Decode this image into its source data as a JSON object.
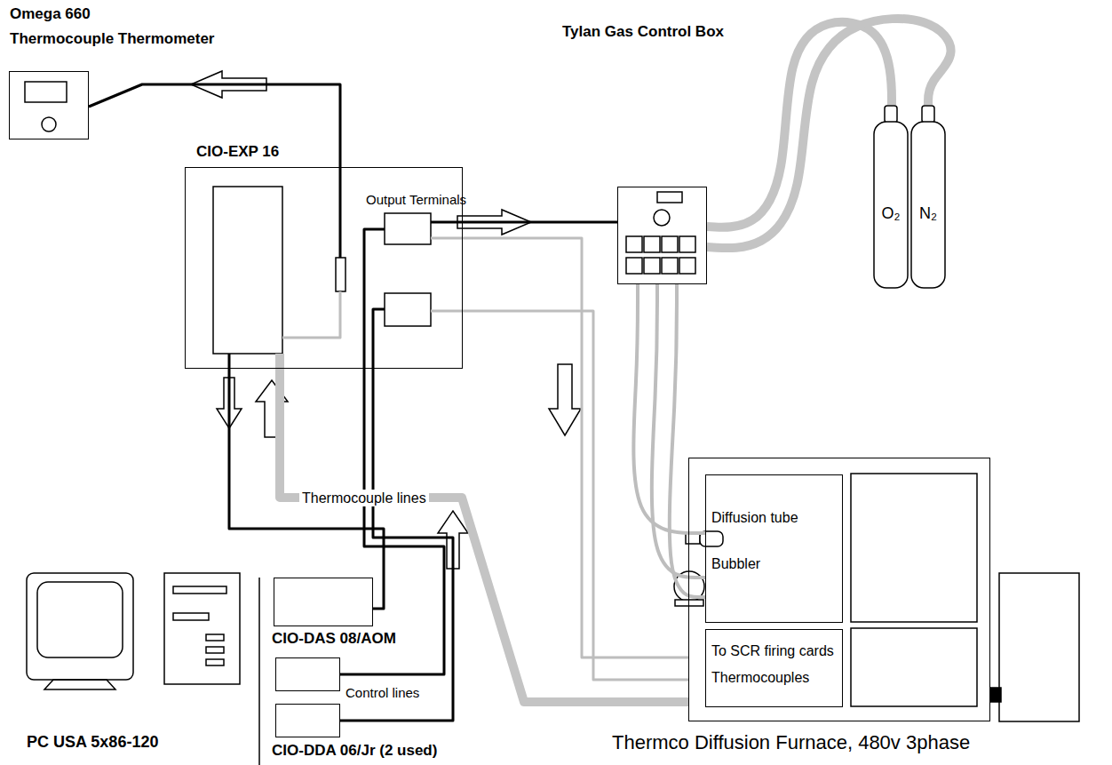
{
  "diagram": {
    "nodes": [
      {
        "text": [
          "Omega 660",
          "Thermocouple Thermometer"
        ]
      },
      {
        "text": [
          "CIO-EXP 16"
        ]
      },
      {
        "text": [
          "Tylan Gas Control Box"
        ]
      },
      {
        "text": [
          "O₂"
        ]
      },
      {
        "text": [
          "N₂"
        ]
      },
      {
        "text": [
          "CIO-DAS 08/AOM"
        ]
      },
      {
        "text": [
          "Control lines"
        ]
      },
      {
        "text": [
          "CIO-DDA 06/Jr (2 used)"
        ]
      },
      {
        "text": [
          "PC USA 5x86-120"
        ]
      },
      {
        "text": [
          "Thermco Diffusion Furnace, 480v 3phase"
        ]
      },
      {
        "text": [
          "Diffusion tube",
          "Bubbler"
        ],
        "in": 9
      },
      {
        "text": [
          "To SCR firing cards",
          "Thermocouples"
        ],
        "in": 9
      }
    ],
    "edges": [
      {
        "from": 1,
        "to": 0,
        "arrow": "none"
      },
      {
        "from": 1,
        "to": 2,
        "arrow": "none"
      },
      {
        "from": 1,
        "to": 9,
        "arrow": "none"
      },
      {
        "from": 1,
        "to": 9,
        "arrow": "none"
      },
      {
        "from": 5,
        "to": 1,
        "arrow": "none"
      },
      {
        "from": 6,
        "to": 1,
        "arrow": "none"
      },
      {
        "from": 7,
        "to": 1,
        "arrow": "none"
      },
      {
        "from": 9,
        "to": 1,
        "arrow": "none"
      },
      {
        "from": 2,
        "to": 3,
        "arrow": "none"
      },
      {
        "from": 2,
        "to": 4,
        "arrow": "none"
      },
      {
        "from": 2,
        "to": 10,
        "arrow": "none"
      },
      {
        "from": 2,
        "to": 10,
        "arrow": "none"
      },
      {
        "from": 2,
        "to": 10,
        "arrow": "none"
      }
    ],
    "labels": [
      "Output Terminals",
      "Thermocouple lines"
    ]
  }
}
